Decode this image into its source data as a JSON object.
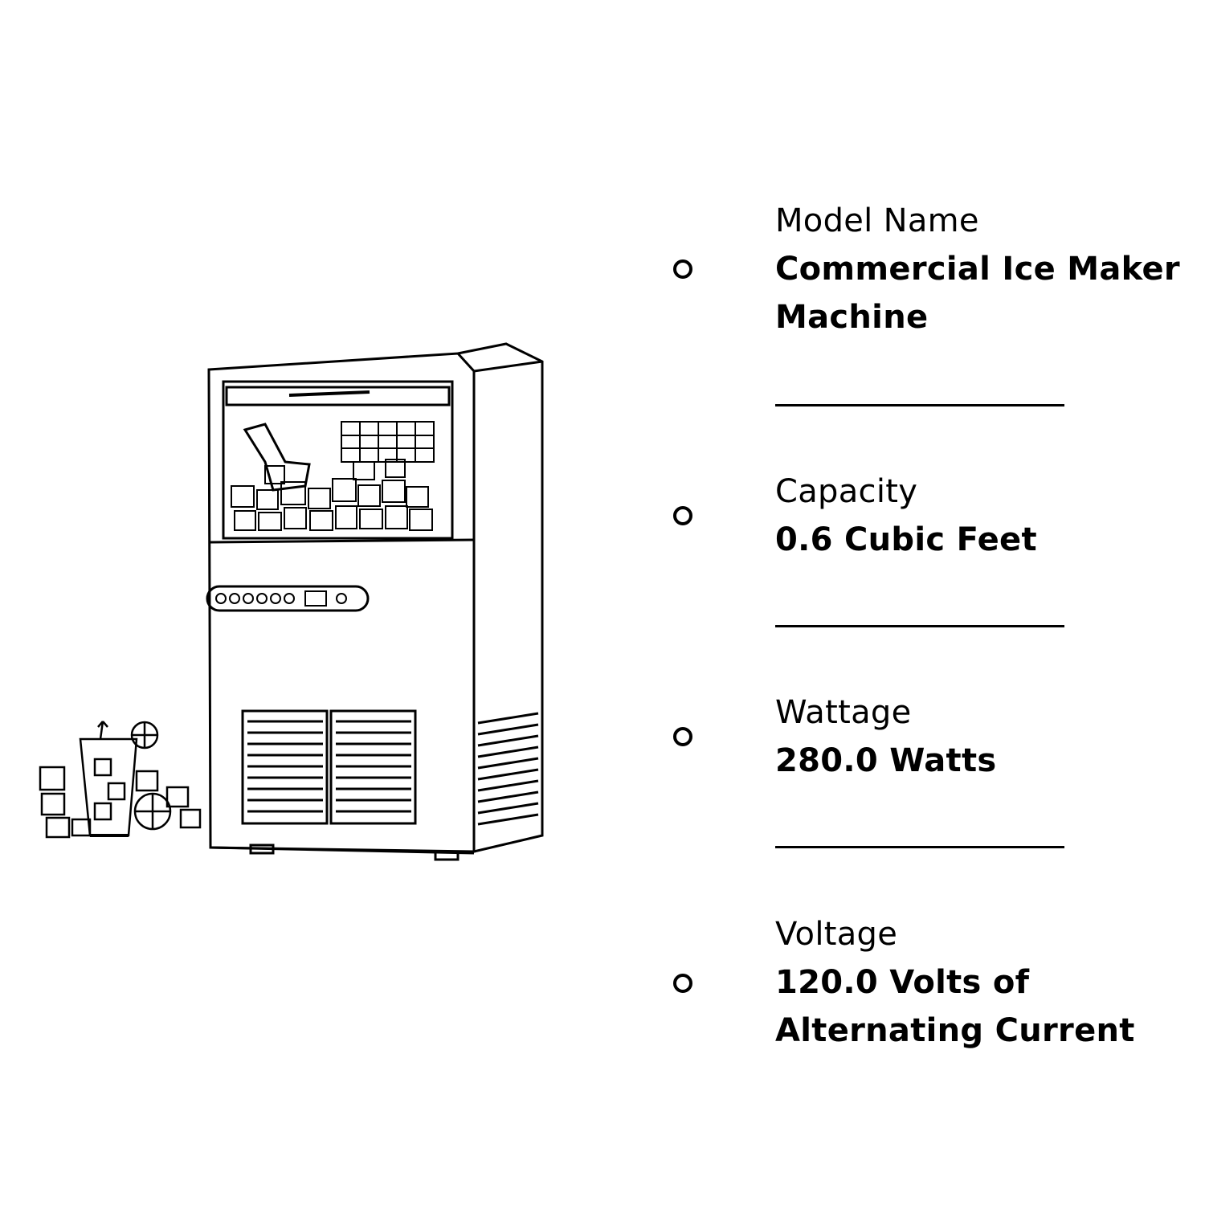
{
  "specs": [
    {
      "label": "Model Name",
      "value": "Commercial Ice Maker Machine"
    },
    {
      "label": "Capacity",
      "value": "0.6 Cubic Feet"
    },
    {
      "label": "Wattage",
      "value": "280.0 Watts"
    },
    {
      "label": "Voltage",
      "value": "120.0 Volts of Alternating Current"
    }
  ],
  "icons": {
    "bullet": "circle-bullet-icon",
    "product": "ice-maker-machine",
    "drink": "cocktail-glass-with-ice"
  },
  "colors": {
    "foreground": "#000000",
    "background": "#ffffff"
  }
}
